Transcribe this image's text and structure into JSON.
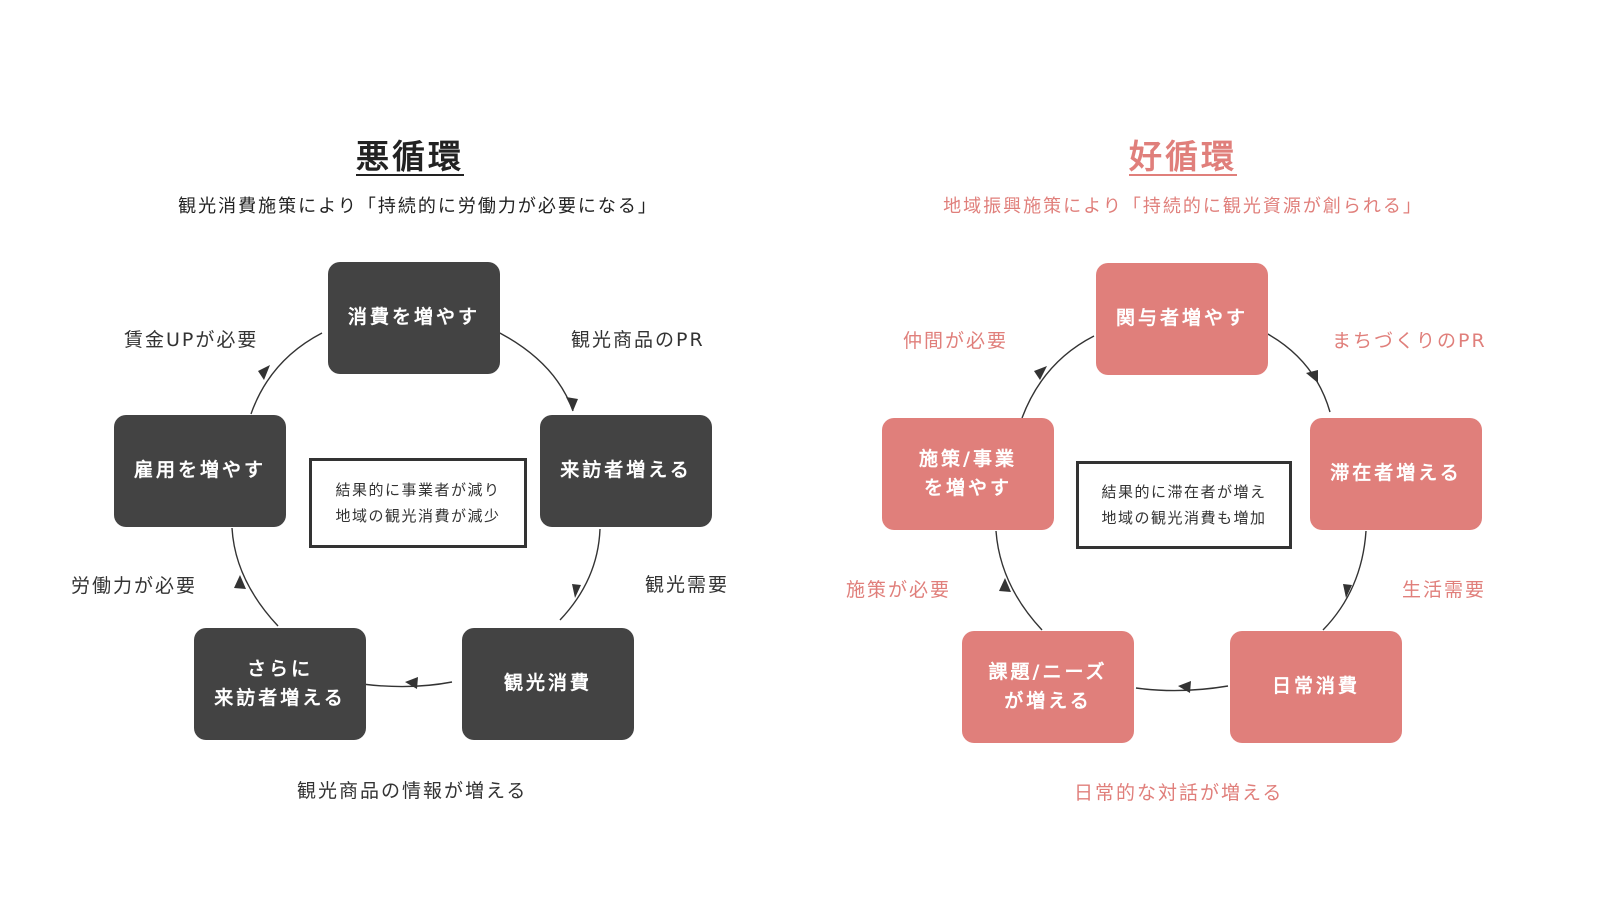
{
  "bad_cycle": {
    "title": "悪循環",
    "subtitle": "観光消費施策により「持続的に労働力が必要になる」",
    "nodes": [
      {
        "lines": [
          "消費を増やす"
        ]
      },
      {
        "lines": [
          "来訪者増える"
        ]
      },
      {
        "lines": [
          "観光消費"
        ]
      },
      {
        "lines": [
          "さらに",
          "来訪者増える"
        ]
      },
      {
        "lines": [
          "雇用を増やす"
        ]
      }
    ],
    "edge_labels": [
      "観光商品のPR",
      "観光需要",
      "観光商品の情報が増える",
      "労働力が必要",
      "賃金UPが必要"
    ],
    "center": [
      "結果的に事業者が減り",
      "地域の観光消費が減少"
    ],
    "color": "#434343"
  },
  "good_cycle": {
    "title": "好循環",
    "subtitle": "地域振興施策により「持続的に観光資源が創られる」",
    "nodes": [
      {
        "lines": [
          "関与者増やす"
        ]
      },
      {
        "lines": [
          "滞在者増える"
        ]
      },
      {
        "lines": [
          "日常消費"
        ]
      },
      {
        "lines": [
          "課題/ニーズ",
          "が増える"
        ]
      },
      {
        "lines": [
          "施策/事業",
          "を増やす"
        ]
      }
    ],
    "edge_labels": [
      "まちづくりのPR",
      "生活需要",
      "日常的な対話が増える",
      "施策が必要",
      "仲間が必要"
    ],
    "center": [
      "結果的に滞在者が増え",
      "地域の観光消費も増加"
    ],
    "color": "#e07f7b"
  }
}
